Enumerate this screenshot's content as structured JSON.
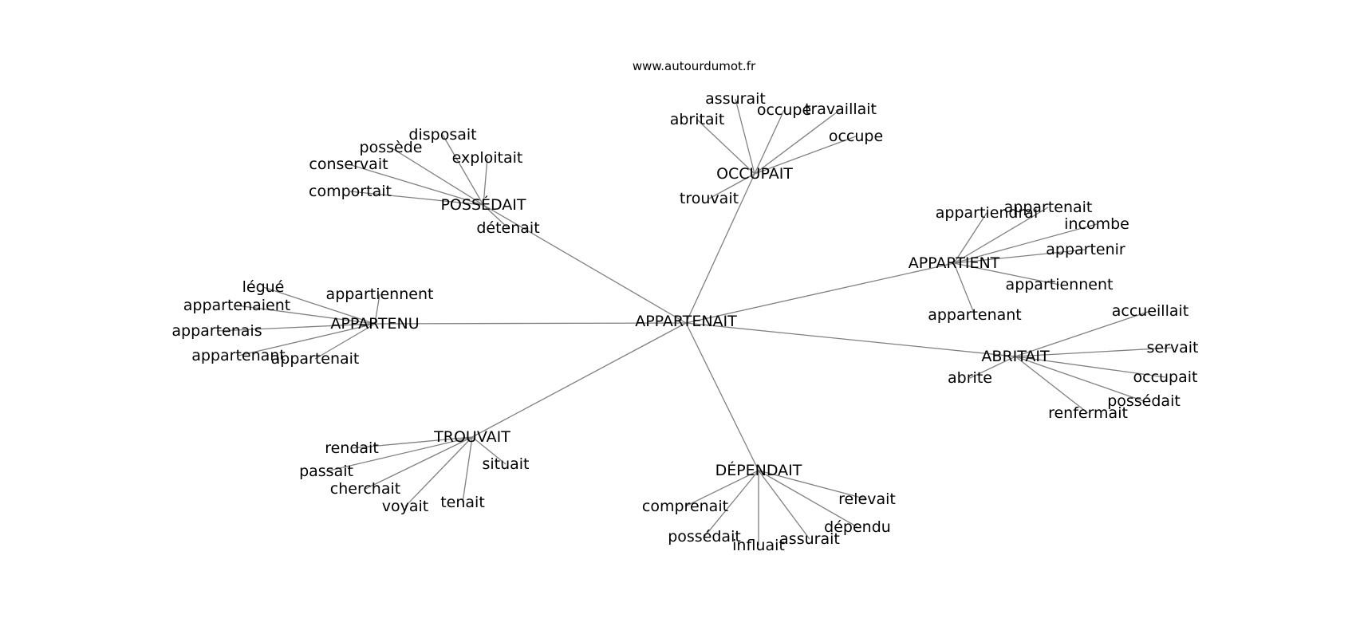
{
  "header": {
    "site": "www.autourdumot.fr"
  },
  "colors": {
    "edge": "#808080",
    "text": "#000000",
    "background": "#ffffff"
  },
  "graph": {
    "root": "APPARTENAIT",
    "hubs": [
      {
        "label": "POSSÉDAIT",
        "words": [
          "disposait",
          "possède",
          "exploitait",
          "conservait",
          "comportait",
          "détenait"
        ]
      },
      {
        "label": "OCCUPAIT",
        "words": [
          "assurait",
          "abritait",
          "occupe",
          "travaillait",
          "occupe",
          "trouvait"
        ]
      },
      {
        "label": "APPARTIENT",
        "words": [
          "appartiendrai",
          "appartenait",
          "incombe",
          "appartenir",
          "appartiennent",
          "appartenant"
        ]
      },
      {
        "label": "APPARTENU",
        "words": [
          "légué",
          "appartiennent",
          "appartenaient",
          "appartenais",
          "appartenant",
          "appartenait"
        ]
      },
      {
        "label": "ABRITAIT",
        "words": [
          "accueillait",
          "servait",
          "abrite",
          "occupait",
          "possédait",
          "renfermait"
        ]
      },
      {
        "label": "TROUVAIT",
        "words": [
          "rendait",
          "situait",
          "passait",
          "cherchait",
          "tenait",
          "voyait"
        ]
      },
      {
        "label": "DÉPENDAIT",
        "words": [
          "relevait",
          "comprenait",
          "dépendu",
          "possédait",
          "assurait",
          "influait"
        ]
      }
    ]
  }
}
